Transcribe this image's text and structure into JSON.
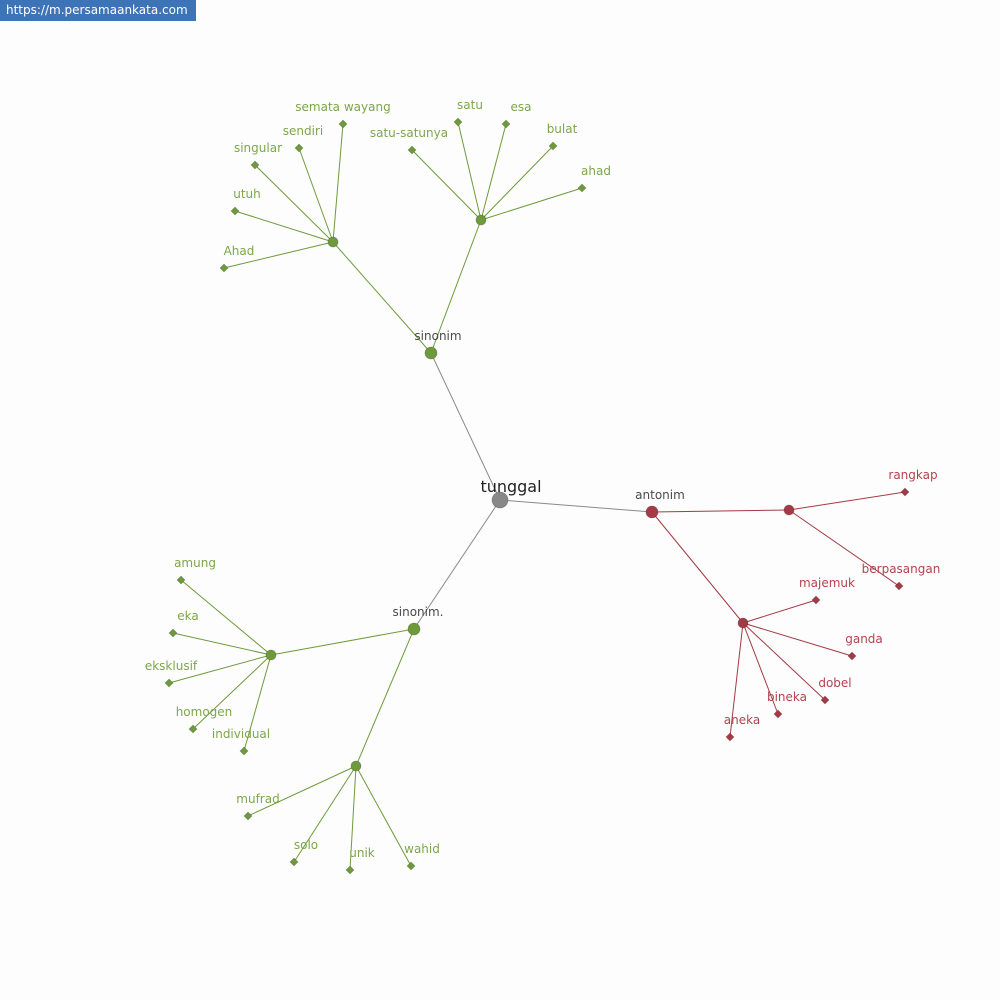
{
  "source_url": "https://m.persamaankata.com",
  "colors": {
    "root": "#888888",
    "root_edge": "#8a8a8a",
    "synonym": "#6f9a3c",
    "synonym_text": "#7ea64a",
    "antonym": "#a43a45",
    "antonym_text": "#b2434e",
    "category_text": "#4a4a4a"
  },
  "graph": {
    "root": "tunggal",
    "categories": [
      {
        "label": "sinonim",
        "kind": "synonym",
        "groups": [
          [
            "Ahad",
            "utuh",
            "singular",
            "sendiri",
            "semata wayang"
          ],
          [
            "satu-satunya",
            "satu",
            "esa",
            "bulat",
            "ahad"
          ]
        ]
      },
      {
        "label": "sinonim.",
        "kind": "synonym",
        "groups": [
          [
            "amung",
            "eka",
            "eksklusif",
            "homogen",
            "individual"
          ],
          [
            "mufrad",
            "solo",
            "unik",
            "wahid"
          ]
        ]
      },
      {
        "label": "antonim",
        "kind": "antonym",
        "groups": [
          [
            "rangkap",
            "berpasangan"
          ],
          [
            "majemuk",
            "ganda",
            "dobel",
            "bineka",
            "aneka"
          ]
        ]
      }
    ]
  }
}
